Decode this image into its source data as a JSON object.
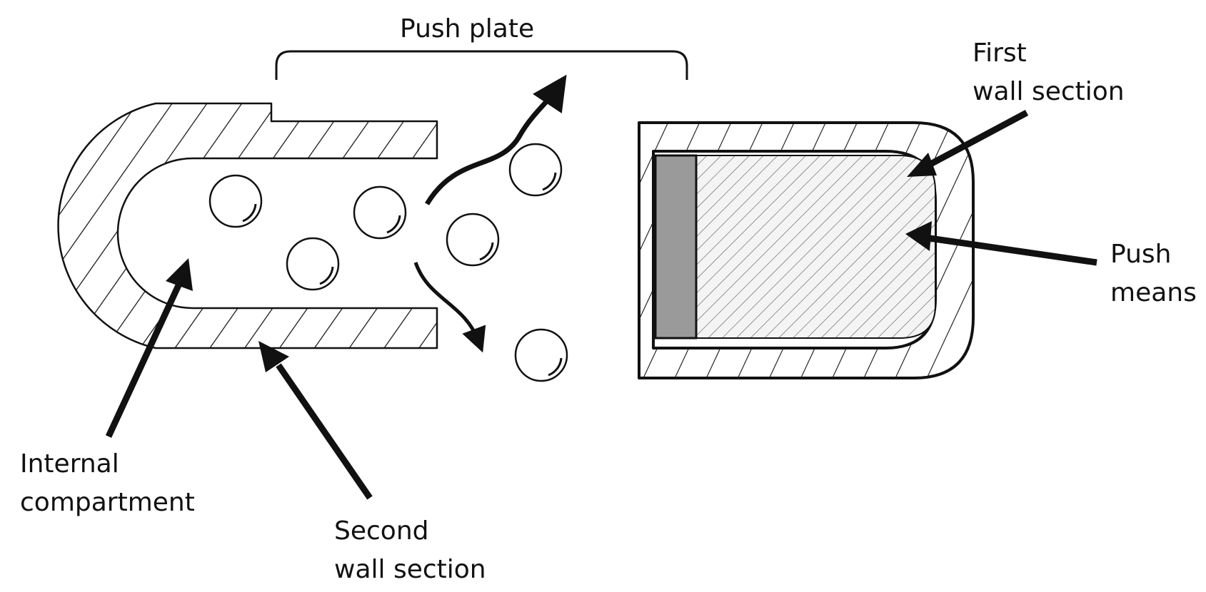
{
  "labels": {
    "push_plate": "Push plate",
    "first_wall_section": [
      "First",
      "wall section"
    ],
    "push_means": [
      "Push",
      "means"
    ],
    "internal_compartment": [
      "Internal",
      "compartment"
    ],
    "second_wall_section": [
      "Second",
      "wall section"
    ]
  },
  "colors": {
    "line": "#111111",
    "background": "#ffffff",
    "push_means_fill": "#f4f4f4",
    "plate_fill": "#9a9a9a"
  }
}
